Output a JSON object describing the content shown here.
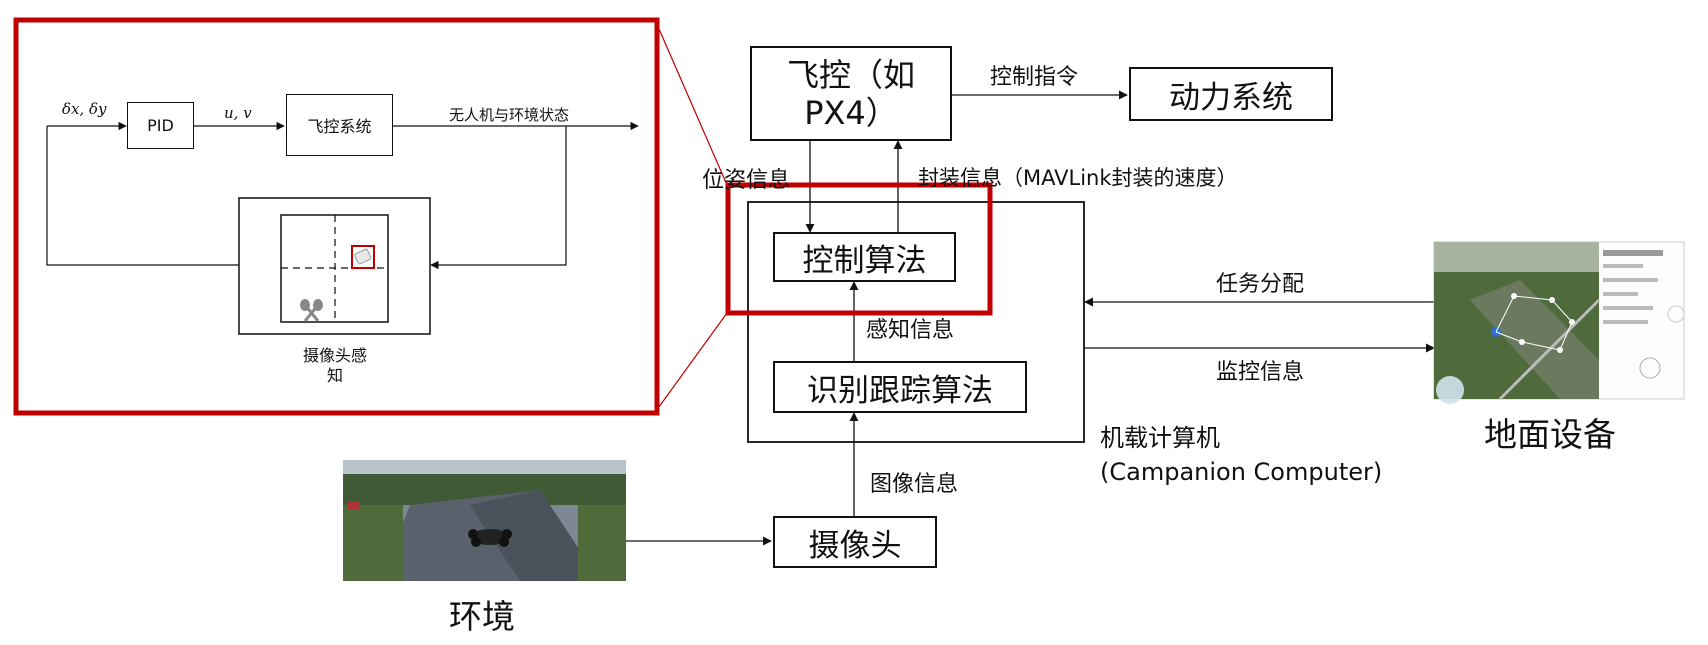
{
  "colors": {
    "highlight": "#c00000",
    "line": "#111111",
    "aerial_green": "#4f6b3c",
    "scene_gray": "#7d8894"
  },
  "inset": {
    "input_signal": "δx, δy",
    "pid_label": "PID",
    "control_signal": "u, v",
    "flight_control_system": "飞控系统",
    "state_output": "无人机与环境状态",
    "camera_perception": "摄像头感\n知"
  },
  "main": {
    "flight_controller": "飞控（如\nPX4）",
    "power_system": "动力系统",
    "control_command": "控制指令",
    "pose_info": "位姿信息",
    "packaged_info": "封装信息（MAVLink封装的速度）",
    "control_algorithm": "控制算法",
    "perception_info": "感知信息",
    "recognition_tracking": "识别跟踪算法",
    "onboard_computer": "机载计算机\n(Campanion   Computer)",
    "image_info": "图像信息",
    "camera": "摄像头",
    "environment": "环境",
    "task_assignment": "任务分配",
    "monitoring_info": "监控信息",
    "ground_station": "地面设备"
  },
  "icons": {
    "drone": "drone-icon",
    "target": "target-box-icon",
    "ground_map": "ground-station-map-icon",
    "env_scene": "environment-scene-icon"
  }
}
